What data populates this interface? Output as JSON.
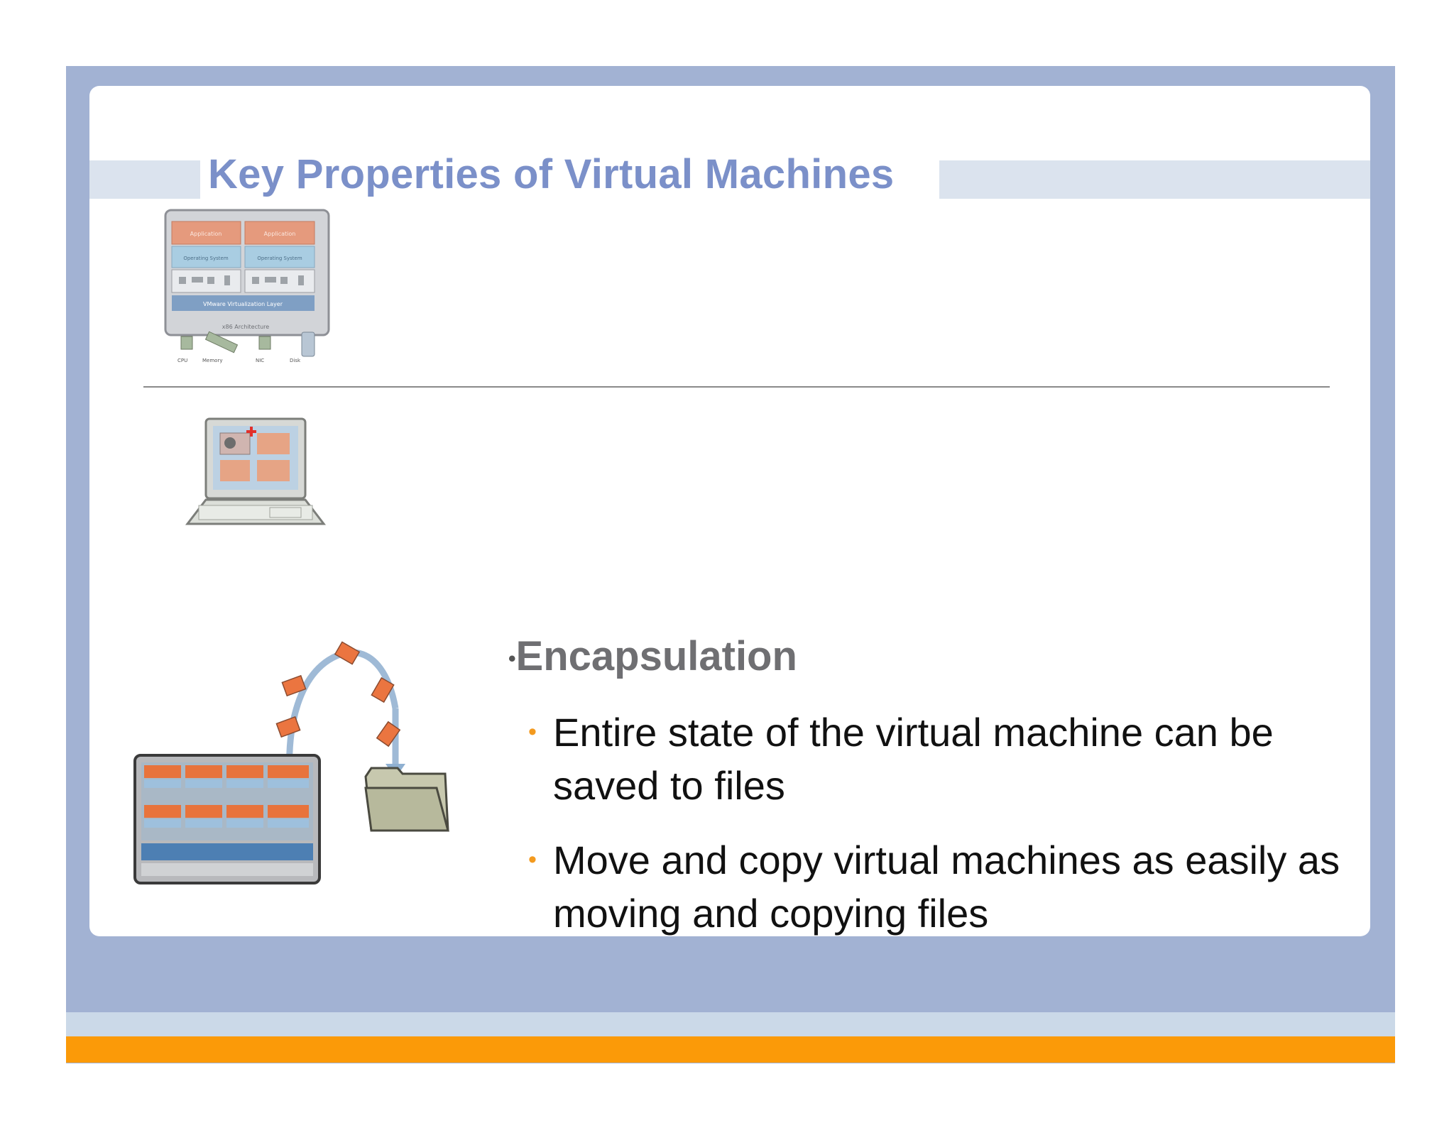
{
  "slide": {
    "title": "Key Properties of Virtual Machines",
    "section": {
      "heading": "Encapsulation",
      "bullets": [
        "Entire state of the virtual machine can be saved to files",
        "Move and copy virtual machines as easily as moving and copying files"
      ]
    }
  },
  "diagram1": {
    "app_left": "Application",
    "app_right": "Application",
    "os_left": "Operating System",
    "os_right": "Operating System",
    "layer": "VMware Virtualization Layer",
    "arch": "x86 Architecture",
    "hw": [
      "CPU",
      "Memory",
      "NIC",
      "Disk"
    ]
  },
  "colors": {
    "frame": "#a2b2d3",
    "title_band": "#dbe3ee",
    "title_text": "#7b90c9",
    "accent": "#fb9a08",
    "lower_band": "#cbd9e8",
    "bullet_dot": "#f39a1f"
  }
}
